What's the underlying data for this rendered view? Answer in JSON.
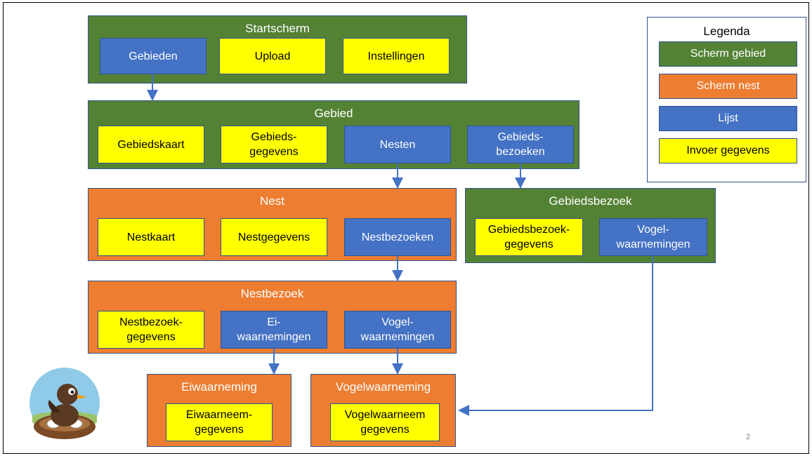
{
  "startscherm": {
    "title": "Startscherm",
    "items": [
      "Gebieden",
      "Upload",
      "Instellingen"
    ]
  },
  "gebied": {
    "title": "Gebied",
    "items": [
      "Gebiedskaart",
      "Gebieds-\ngegevens",
      "Nesten",
      "Gebieds-\nbezoeken"
    ]
  },
  "nest": {
    "title": "Nest",
    "items": [
      "Nestkaart",
      "Nestgegevens",
      "Nestbezoeken"
    ]
  },
  "gebiedsbezoek": {
    "title": "Gebiedsbezoek",
    "items": [
      "Gebiedsbezoek-\ngegevens",
      "Vogel-\nwaarnemingen"
    ]
  },
  "nestbezoek": {
    "title": "Nestbezoek",
    "items": [
      "Nestbezoek-\ngegevens",
      "Ei-\nwaarnemingen",
      "Vogel-\nwaarnemingen"
    ]
  },
  "eiwaarneming": {
    "title": "Eiwaarneming",
    "items": [
      "Eiwaarneem-\ngegevens"
    ]
  },
  "vogelwaarneming": {
    "title": "Vogelwaarneming",
    "items": [
      "Vogelwaarneem\ngegevens"
    ]
  },
  "legend": {
    "title": "Legenda",
    "items": [
      "Scherm gebied",
      "Scherm nest",
      "Lijst",
      "Invoer gegevens"
    ]
  },
  "colors": {
    "screen_area": "#548235",
    "screen_nest": "#ed7d31",
    "list": "#4472c4",
    "input": "#ffff00",
    "arrow": "#4472c4"
  },
  "page_number": "2",
  "mascot": "bird-in-nest-icon"
}
